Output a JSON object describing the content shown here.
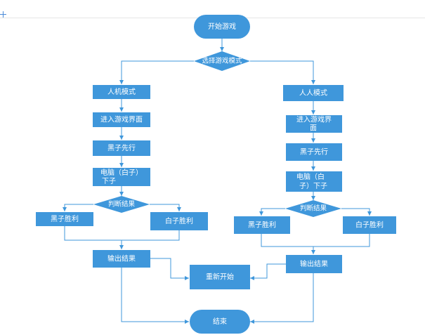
{
  "colors": {
    "node_fill": "#3f97db",
    "line": "#3f97db",
    "text": "#ffffff"
  },
  "nodes": {
    "start": "开始游戏",
    "select_mode": "选择游戏模式",
    "pve": "人机模式",
    "pvp": "人人模式",
    "enter_left": "进入游戏界面",
    "enter_right_1": "进入游戏界",
    "enter_right_2": "面",
    "black_first_left": "黑子先行",
    "black_first_right": "黑子先行",
    "cpu_left_1": "电脑（白子）",
    "cpu_left_2": "下子",
    "cpu_right_1": "电脑（白",
    "cpu_right_2": "子）下子",
    "judge_left": "判断结果",
    "judge_right": "判断结果",
    "black_win_left": "黑子胜利",
    "white_win_left": "白子胜利",
    "black_win_right": "黑子胜利",
    "white_win_right": "白子胜利",
    "output_left": "输出结果",
    "output_right": "输出结果",
    "restart": "重新开始",
    "end": "结束"
  }
}
